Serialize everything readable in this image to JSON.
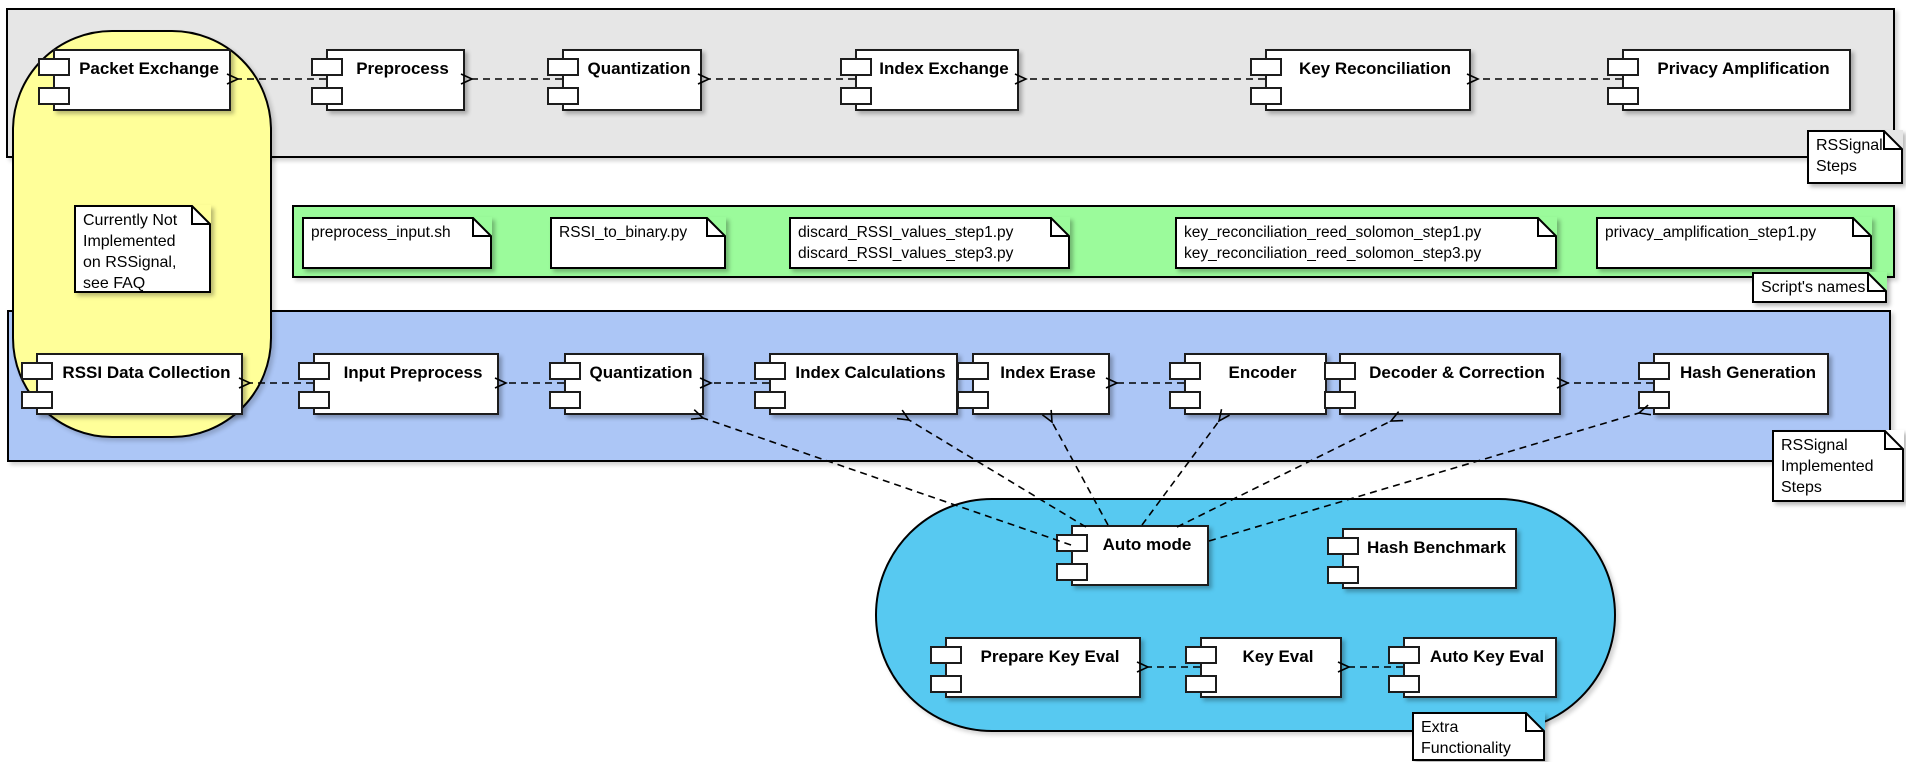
{
  "diagram": {
    "rssignal_steps": {
      "note_label": "RSSignal\nSteps",
      "components": [
        "Packet Exchange",
        "Preprocess",
        "Quantization",
        "Index Exchange",
        "Key Reconciliation",
        "Privacy Amplification"
      ]
    },
    "script_names": {
      "note_label": "Script's names",
      "files": [
        "preprocess_input.sh",
        "RSSI_to_binary.py",
        "discard_RSSI_values_step1.py\ndiscard_RSSI_values_step3.py",
        "key_reconciliation_reed_solomon_step1.py\nkey_reconciliation_reed_solomon_step3.py",
        "privacy_amplification_step1.py"
      ]
    },
    "implemented_steps": {
      "note_label": "RSSignal\nImplemented\nSteps",
      "components": [
        "RSSI Data Collection",
        "Input Preprocess",
        "Quantization",
        "Index Calculations",
        "Index Erase",
        "Encoder",
        "Decoder & Correction",
        "Hash Generation"
      ]
    },
    "extra_functionality": {
      "note_label": "Extra\nFunctionality",
      "components": [
        "Auto mode",
        "Hash Benchmark",
        "Prepare Key Eval",
        "Key Eval",
        "Auto Key Eval"
      ]
    },
    "not_implemented_note": "Currently Not\nImplemented\non RSSignal,\nsee FAQ",
    "colors": {
      "steps_band": "#E6E6E6",
      "scripts_band": "#9BFB9B",
      "implemented_band": "#ACC6F6",
      "not_implemented_group": "#FFFF99",
      "extra_group": "#57C9F1"
    }
  }
}
